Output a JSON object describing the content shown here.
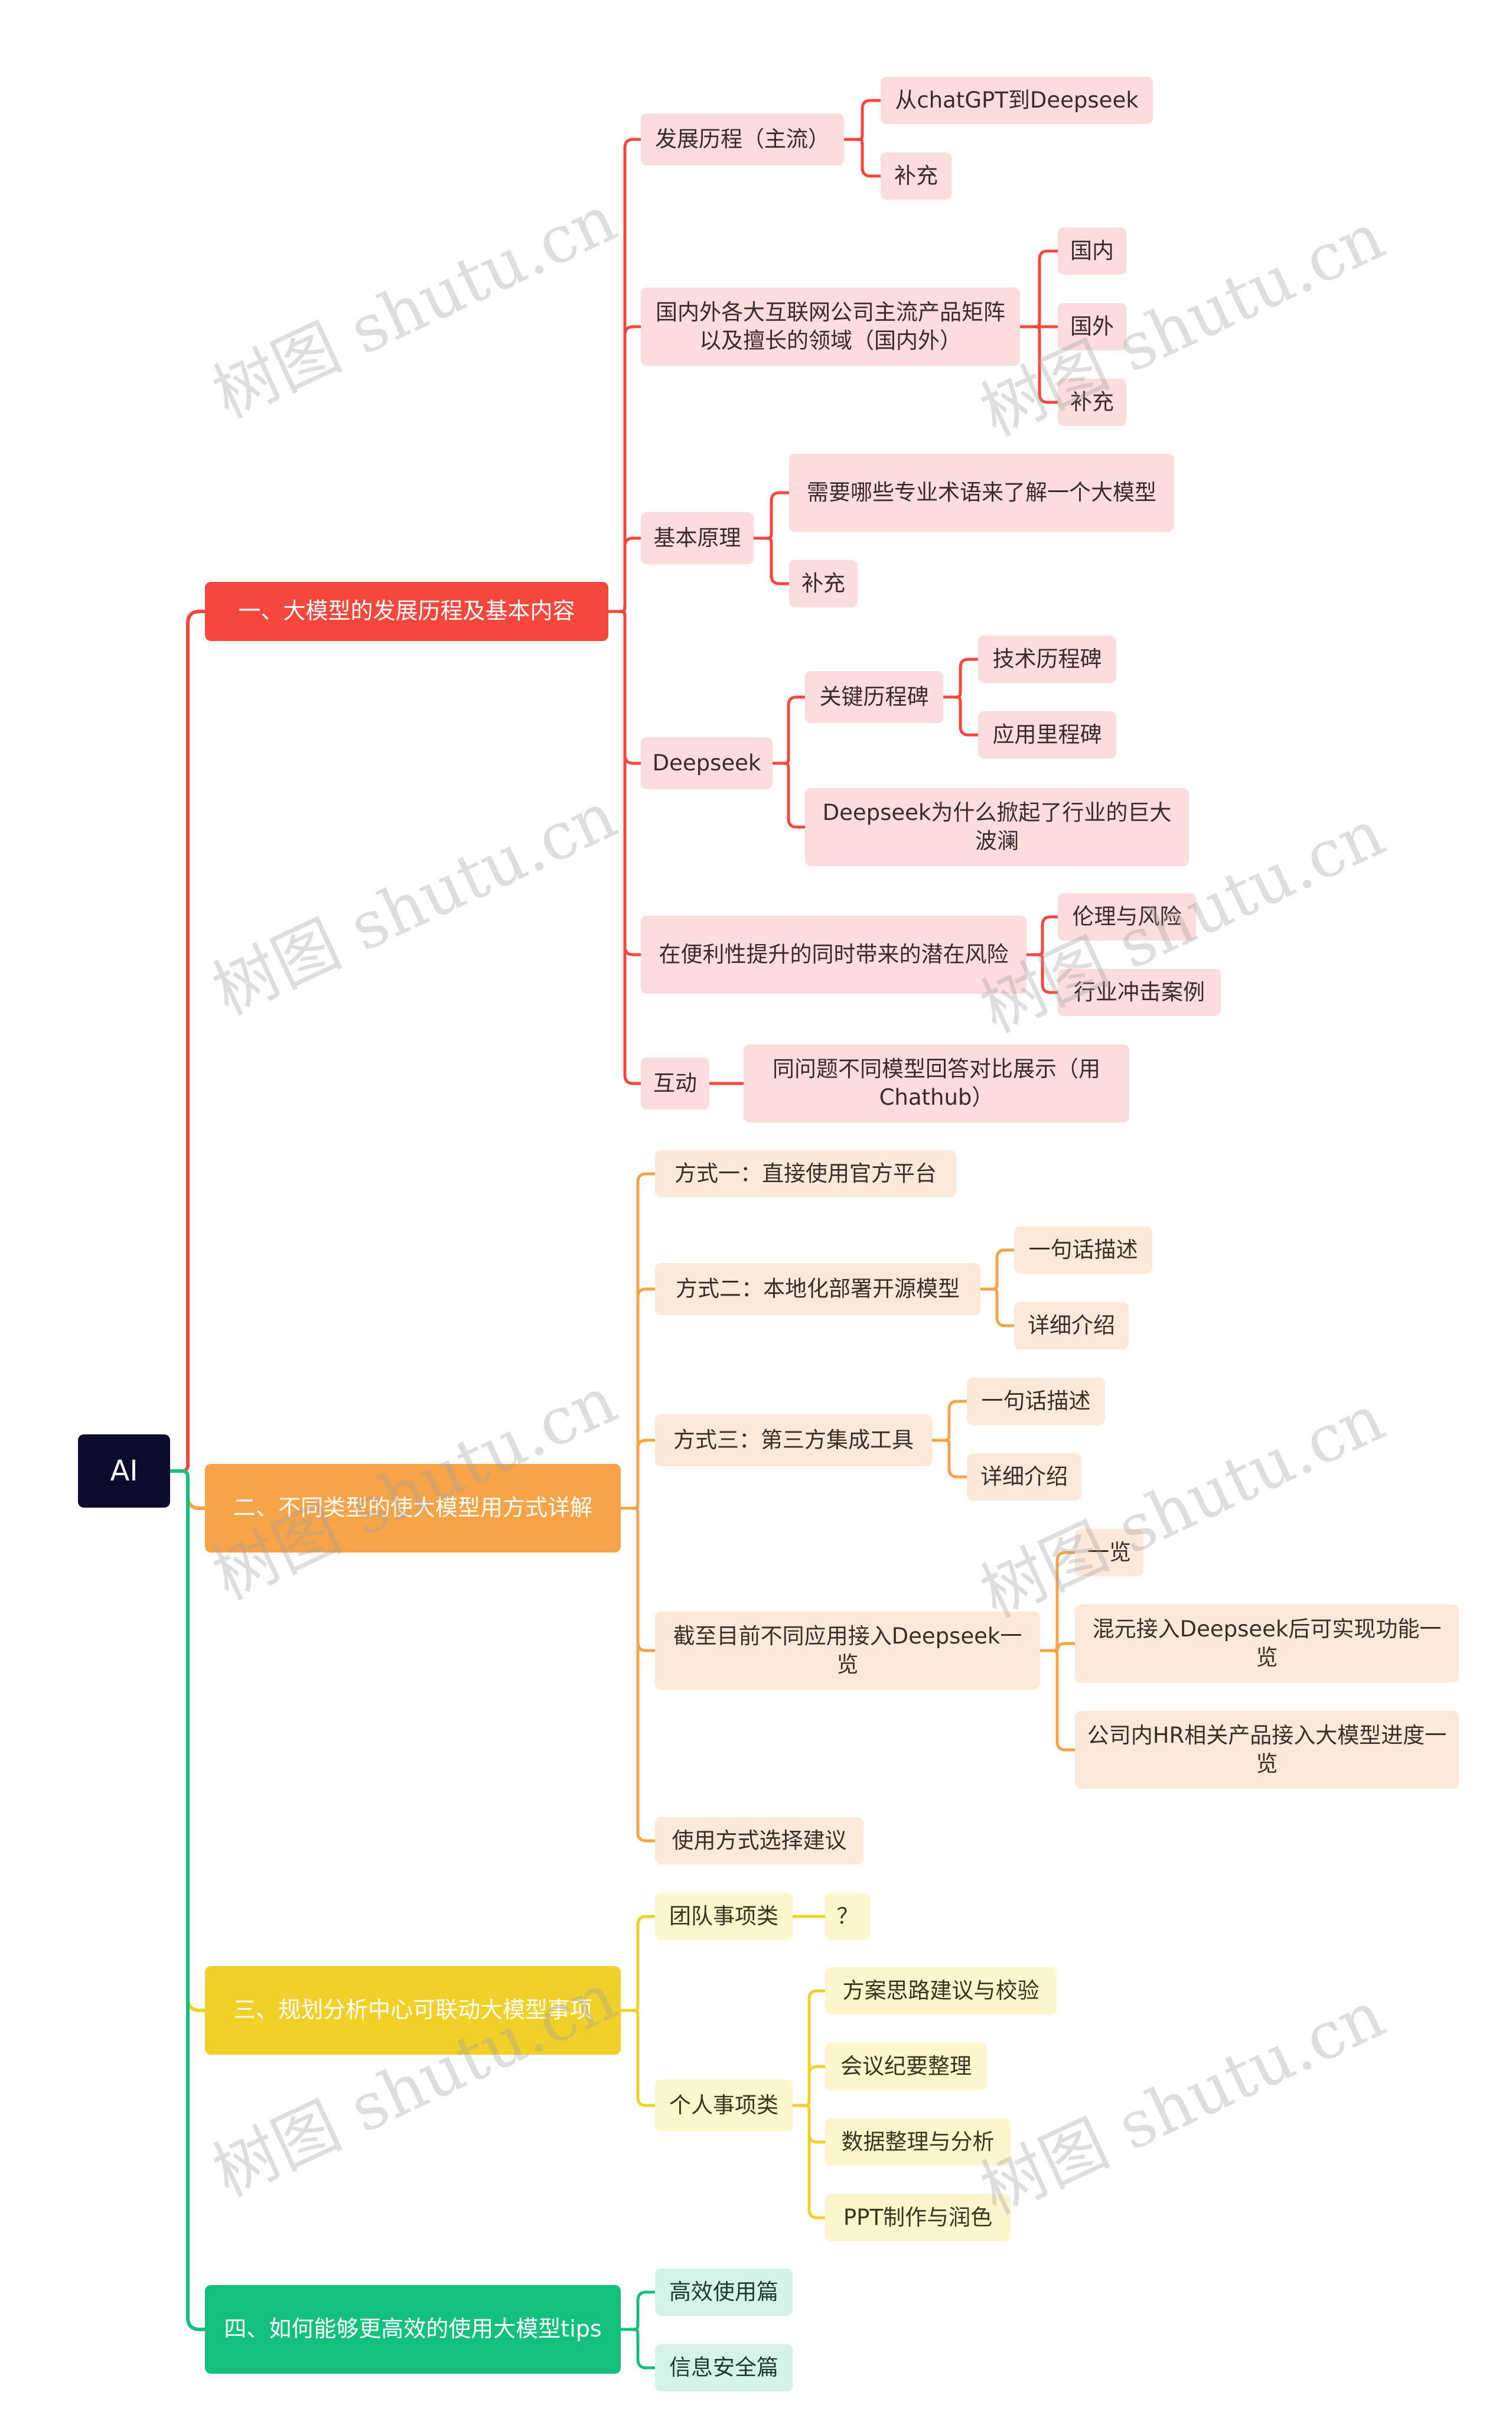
{
  "root": {
    "label": "AI"
  },
  "watermark": "树图 shutu.cn",
  "colors": {
    "red": "#f5473d",
    "orange": "#f7a448",
    "yellow": "#f1d02a",
    "green": "#14c07d",
    "root": "#0e0c2e"
  },
  "branches": {
    "b1": {
      "label": "一、大模型的发展历程及基本内容",
      "children": {
        "history": {
          "label": "发展历程（主流）",
          "children": {
            "gpt": "从chatGPT到Deepseek",
            "supp": "补充"
          }
        },
        "products": {
          "label": "国内外各大互联网公司主流产品矩阵以及擅长的领域（国内外）",
          "children": {
            "domestic": "国内",
            "foreign": "国外",
            "supp": "补充"
          }
        },
        "principle": {
          "label": "基本原理",
          "children": {
            "terms": "需要哪些专业术语来了解一个大模型",
            "supp": "补充"
          }
        },
        "deepseek": {
          "label": "Deepseek",
          "children": {
            "milestones": {
              "label": "关键历程碑",
              "children": {
                "tech": "技术历程碑",
                "app": "应用里程碑"
              }
            },
            "why": "Deepseek为什么掀起了行业的巨大波澜"
          }
        },
        "risks": {
          "label": "在便利性提升的同时带来的潜在风险",
          "children": {
            "ethics": "伦理与风险",
            "cases": "行业冲击案例"
          }
        },
        "interact": {
          "label": "互动",
          "children": {
            "compare": "同问题不同模型回答对比展示（用Chathub）"
          }
        }
      }
    },
    "b2": {
      "label": "二、不同类型的使大模型用方式详解",
      "children": {
        "m1": {
          "label": "方式一：直接使用官方平台"
        },
        "m2": {
          "label": "方式二：本地化部署开源模型",
          "children": {
            "brief": "一句话描述",
            "detail": "详细介绍"
          }
        },
        "m3": {
          "label": "方式三：第三方集成工具",
          "children": {
            "brief": "一句话描述",
            "detail": "详细介绍"
          }
        },
        "m4": {
          "label": "截至目前不同应用接入Deepseek一览",
          "children": {
            "overview": "一览",
            "hunyuan": "混元接入Deepseek后可实现功能一览",
            "hr": "公司内HR相关产品接入大模型进度一览"
          }
        },
        "m5": {
          "label": "使用方式选择建议"
        }
      }
    },
    "b3": {
      "label": "三、规划分析中心可联动大模型事项",
      "children": {
        "team": {
          "label": "团队事项类",
          "children": {
            "q": "？"
          }
        },
        "personal": {
          "label": "个人事项类",
          "children": {
            "plan": "方案思路建议与校验",
            "minutes": "会议纪要整理",
            "data": "数据整理与分析",
            "ppt": "PPT制作与润色"
          }
        }
      }
    },
    "b4": {
      "label": "四、如何能够更高效的使用大模型tips",
      "children": {
        "efficient": "高效使用篇",
        "security": "信息安全篇"
      }
    }
  }
}
